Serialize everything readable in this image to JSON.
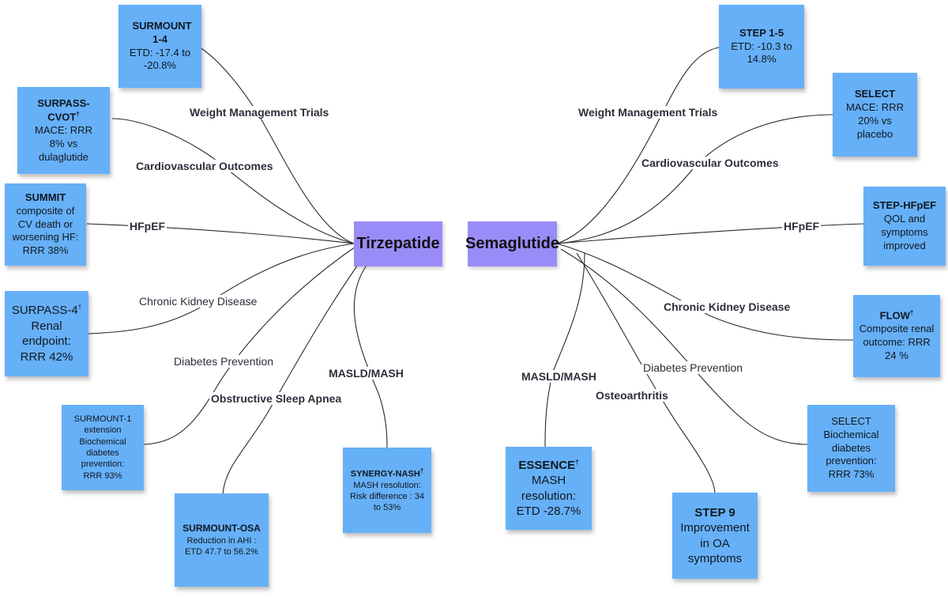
{
  "colors": {
    "center_fill": "#9a8cf8",
    "note_fill": "#66b0f8",
    "edge": "#2a2a2a"
  },
  "tirzepatide": {
    "title": "Tirzepatide",
    "branches": {
      "weight": "Weight Management Trials",
      "cv": "Cardiovascular Outcomes",
      "hfpef": "HFpEF",
      "ckd": "Chronic Kidney Disease",
      "dp": "Diabetes Prevention",
      "osa": "Obstructive Sleep Apnea",
      "mash": "MASLD/MASH"
    },
    "notes": {
      "surmount": {
        "title": "SURMOUNT 1-4",
        "body": "ETD: -17.4 to -20.8%"
      },
      "surpass_cvot": {
        "title": "SURPASS-CVOT",
        "dagger": "†",
        "body": "MACE: RRR 8% vs dulaglutide"
      },
      "summit": {
        "title": "SUMMIT",
        "body": "composite of CV death or worsening HF: RRR 38%"
      },
      "surpass4": {
        "title": "SURPASS-4",
        "dagger": "†",
        "body": "Renal endpoint: RRR 42%"
      },
      "surmount1_ext": {
        "body": "SURMOUNT-1 extension Biochemical diabetes prevention: RRR 93%"
      },
      "surmount_osa": {
        "title": "SURMOUNT-OSA",
        "body": "Reduction in AHI : ETD 47.7 to 56.2%"
      },
      "synergy": {
        "title": "SYNERGY-NASH",
        "dagger": "†",
        "body": "MASH resolution: Risk difference : 34 to 53%"
      }
    }
  },
  "semaglutide": {
    "title": "Semaglutide",
    "branches": {
      "weight": "Weight Management Trials",
      "cv": "Cardiovascular Outcomes",
      "hfpef": "HFpEF",
      "ckd": "Chronic Kidney Disease",
      "dp": "Diabetes Prevention",
      "oa": "Osteoarthritis",
      "mash": "MASLD/MASH"
    },
    "notes": {
      "step15": {
        "title": "STEP 1-5",
        "body": "ETD: -10.3 to 14.8%"
      },
      "select": {
        "title": "SELECT",
        "body": "MACE: RRR 20% vs placebo"
      },
      "step_hfpef": {
        "title": "STEP-HFpEF",
        "body": "QOL and symptoms improved"
      },
      "flow": {
        "title": "FLOW",
        "dagger": "†",
        "body": "Composite renal outcome: RRR 24 %"
      },
      "select_dp": {
        "body": "SELECT Biochemical diabetes prevention: RRR 73%"
      },
      "step9": {
        "title": "STEP 9",
        "body": "Improvement in OA symptoms"
      },
      "essence": {
        "title": "ESSENCE",
        "dagger": "†",
        "body": "MASH resolution: ETD -28.7%"
      }
    }
  }
}
